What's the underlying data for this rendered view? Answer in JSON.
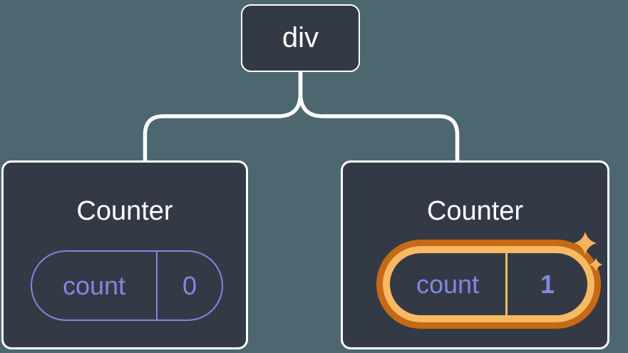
{
  "diagram": {
    "root": {
      "label": "div"
    },
    "children": [
      {
        "title": "Counter",
        "state": {
          "name": "count",
          "value": "0"
        },
        "highlighted": false
      },
      {
        "title": "Counter",
        "state": {
          "name": "count",
          "value": "1"
        },
        "highlighted": true
      }
    ]
  },
  "icons": {
    "sparkles": "sparkles-icon"
  },
  "colors": {
    "background": "#4d6770",
    "node_fill": "#333a45",
    "node_border": "#ffffff",
    "title_text": "#ffffff",
    "connector": "#ffffff",
    "state_accent": "#8287e1",
    "highlight_outer": "#c66a14",
    "highlight_inner": "#f9b963",
    "sparkle": "#f6b261"
  }
}
